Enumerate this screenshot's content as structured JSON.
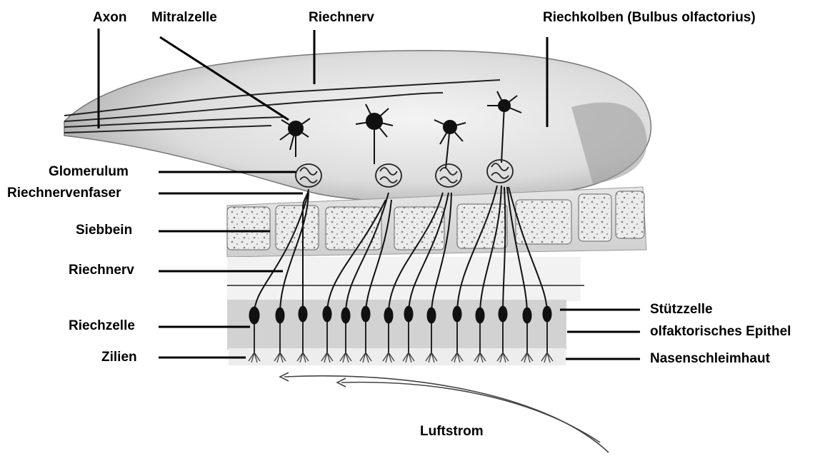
{
  "labels": {
    "axon": "Axon",
    "mitralzelle": "Mitralzelle",
    "riechnerv_top": "Riechnerv",
    "riechkolben": "Riechkolben (Bulbus olfactorius)",
    "glomerulum": "Glomerulum",
    "riechnervenfaser": "Riechnervenfaser",
    "siebbein": "Siebbein",
    "riechnerv_mid": "Riechnerv",
    "riechzelle": "Riechzelle",
    "zilien": "Zilien",
    "stuetzzelle": "Stützzelle",
    "epithel": "olfaktorisches Epithel",
    "nasenschleimhaut": "Nasenschleimhaut",
    "luftstrom": "Luftstrom"
  }
}
